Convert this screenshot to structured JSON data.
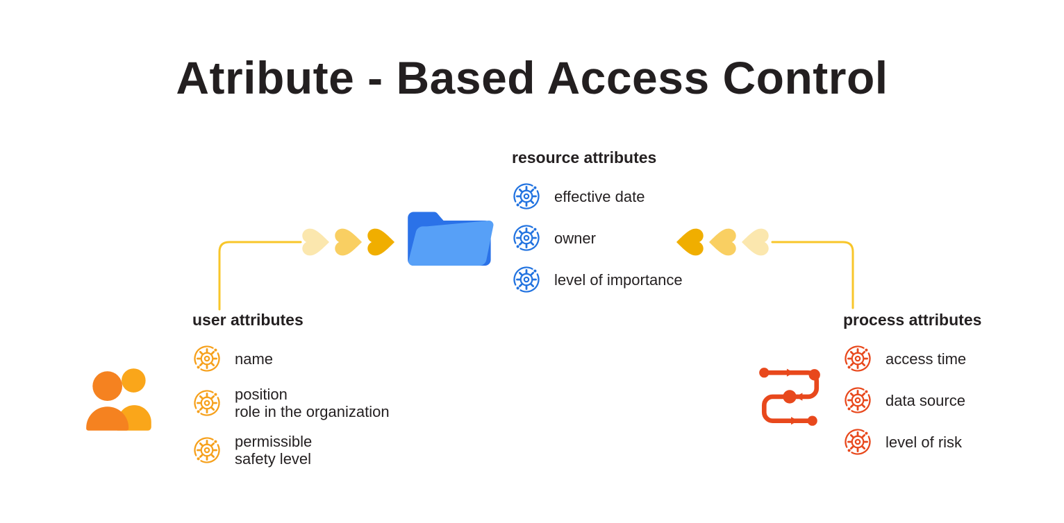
{
  "title": "Atribute - Based Access Control",
  "colors": {
    "text": "#231f20",
    "accent-blue": "#2273e0",
    "accent-orange": "#f6a01b",
    "accent-red": "#e8481c",
    "folder-back": "#2b72e8",
    "folder-front": "#57a0f7",
    "user-front": "#f58220",
    "user-back": "#faa61a",
    "line-yellow": "#f8c62a",
    "chev-1": "#fbe7ae",
    "chev-2": "#f9cf62",
    "chev-3": "#f0ae00"
  },
  "icons": {
    "center": "folder-icon",
    "user": "users-icon",
    "process": "workflow-icon",
    "attribute": "gear-icon",
    "flow_arrow": "heart-chevron-icon"
  },
  "groups": {
    "resource": {
      "heading": "resource attributes",
      "items": [
        [
          "effective date"
        ],
        [
          "owner"
        ],
        [
          "level of importance"
        ]
      ]
    },
    "user": {
      "heading": "user attributes",
      "items": [
        [
          "name"
        ],
        [
          "position",
          "role in the organization"
        ],
        [
          "permissible",
          "safety level"
        ]
      ]
    },
    "process": {
      "heading": "process attributes",
      "items": [
        [
          "access time"
        ],
        [
          "data source"
        ],
        [
          "level of risk"
        ]
      ]
    }
  }
}
